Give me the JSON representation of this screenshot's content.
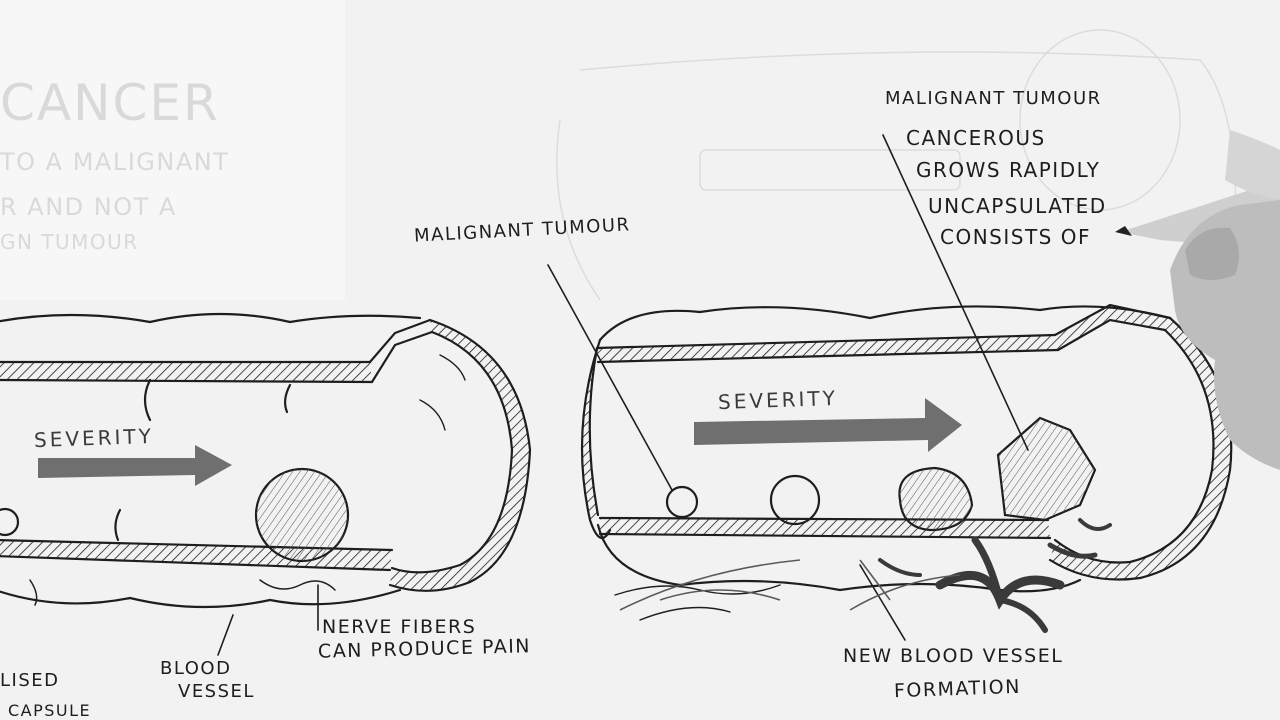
{
  "faded_left": {
    "title": "CANCER",
    "line1": "TO A MALIGNANT",
    "line2": "R AND NOT A",
    "line3": "GN TUMOUR"
  },
  "labels": {
    "severity_left": "SEVERITY",
    "severity_right": "SEVERITY",
    "malignant_tumour_mid": "MALIGNANT TUMOUR",
    "malignant_tumour_top": "MALIGNANT TUMOUR",
    "notes": [
      "CANCEROUS",
      "GROWS RAPIDLY",
      "UNCAPSULATED",
      "CONSISTS OF"
    ],
    "nerve_fibers_1": "NERVE FIBERS",
    "nerve_fibers_2": "CAN PRODUCE PAIN",
    "blood_vessel_1": "BLOOD",
    "blood_vessel_2": "VESSEL",
    "new_vessel_1": "NEW BLOOD VESSEL",
    "new_vessel_2": "FORMATION",
    "left_edge_1": "LISED",
    "left_edge_2": "CAPSULE"
  },
  "colors": {
    "ink": "#1e1e1e",
    "arrow": "#6f6f6f",
    "paper": "#f2f2f2",
    "faded": "#d9d9d9"
  }
}
